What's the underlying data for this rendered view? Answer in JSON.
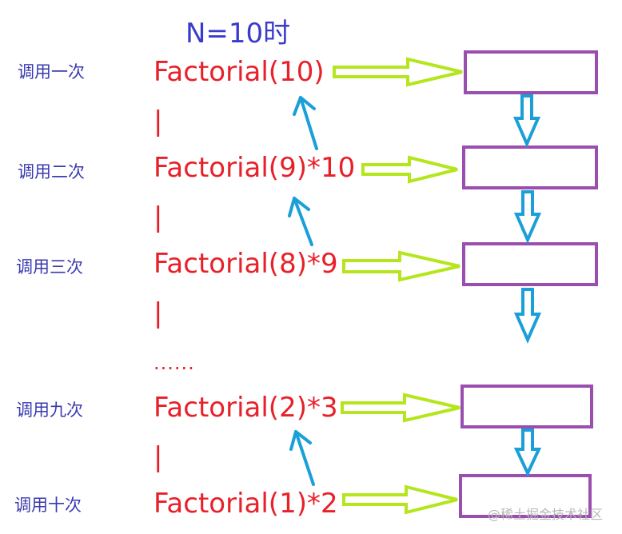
{
  "title": "N=10时",
  "rows": [
    {
      "label": "调用一次",
      "expr": "Factorial(10)"
    },
    {
      "label": "调用二次",
      "expr": "Factorial(9)*10"
    },
    {
      "label": "调用三次",
      "expr": "Factorial(8)*9"
    },
    {
      "label": "调用九次",
      "expr": "Factorial(2)*3"
    },
    {
      "label": "调用十次",
      "expr": "Factorial(1)*2"
    }
  ],
  "separator": "|",
  "ellipsis": "......",
  "watermark": "@稀土掘金技术社区",
  "colors": {
    "title": "#3a3acc",
    "label": "#3a3ab0",
    "expression": "#e8202a",
    "green_arrow": "#b5e61d",
    "blue_arrow": "#1a9fd8",
    "box_border": "#9a4fb0"
  }
}
